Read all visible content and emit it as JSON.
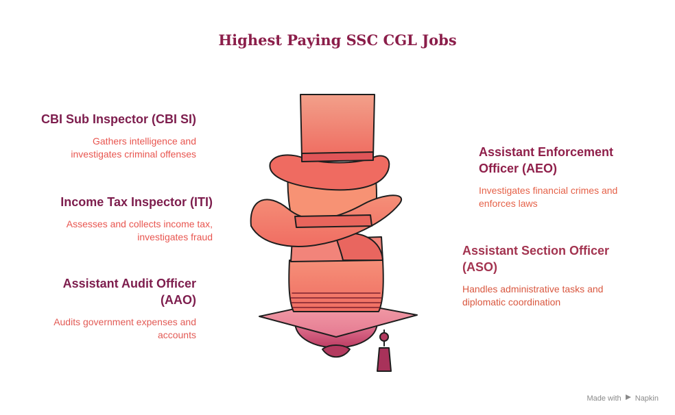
{
  "title": "Highest Paying SSC CGL Jobs",
  "left_items": [
    {
      "heading": "CBI Sub Inspector (CBI SI)",
      "description": "Gathers intelligence and investigates criminal offenses"
    },
    {
      "heading": "Income Tax Inspector (ITI)",
      "description": "Assesses and collects income tax, investigates fraud"
    },
    {
      "heading": "Assistant Audit Officer (AAO)",
      "description": "Audits government expenses and accounts"
    }
  ],
  "right_items": [
    {
      "heading": "Assistant Enforcement Officer (AEO)",
      "description": "Investigates financial crimes and enforces laws"
    },
    {
      "heading": "Assistant Section Officer (ASO)",
      "description": "Handles administrative tasks and diplomatic coordination"
    }
  ],
  "illustration": {
    "icon": "stacked-hats-icon"
  },
  "branding": {
    "made_with": "Made with",
    "name": "Napkin",
    "icon": "napkin-logo-icon"
  },
  "colors": {
    "title": "#8b1e4a",
    "heading_dark": "#7d1d4d",
    "description": "#e8554f",
    "hat_top": "#f07a70",
    "hat_cowboy": "#f08c6c",
    "cap_base": "#c94a6a"
  }
}
